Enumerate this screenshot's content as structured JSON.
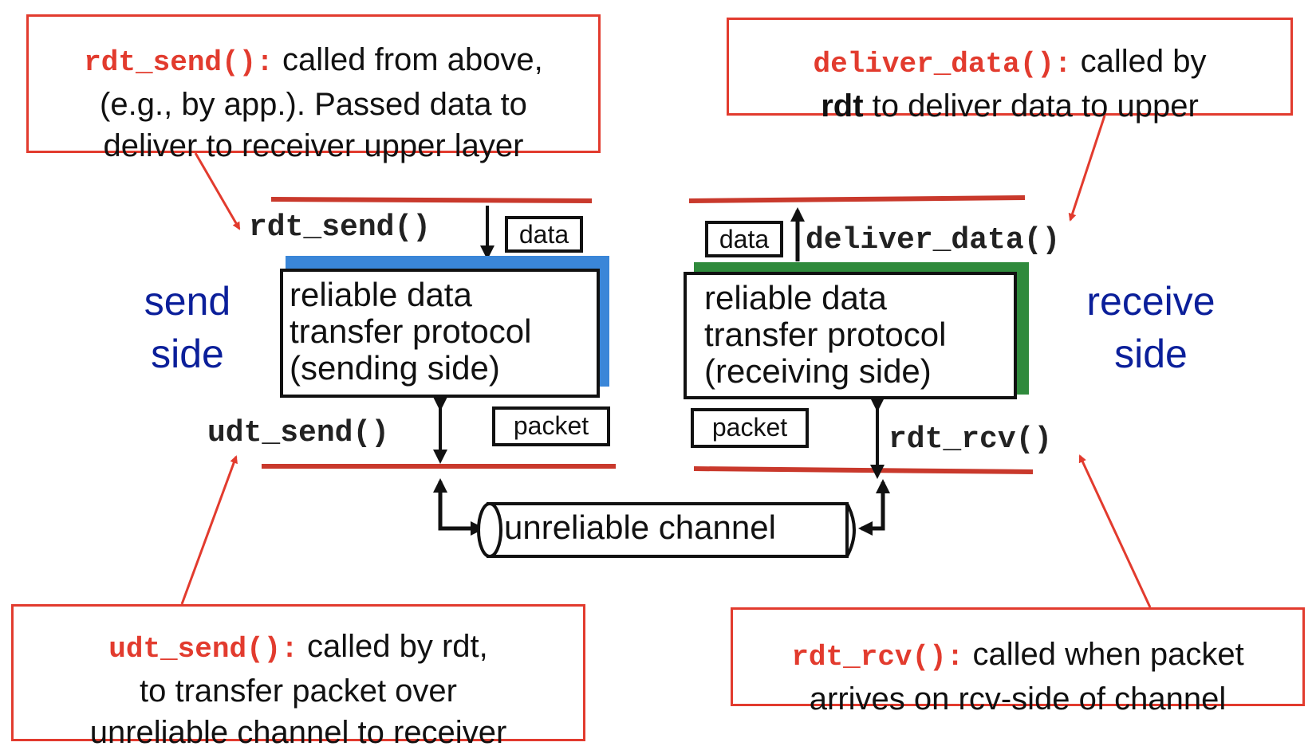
{
  "callouts": {
    "rdt_send": {
      "fn": "rdt_send():",
      "line1": " called from above,",
      "line2": "(e.g., by app.). Passed data to",
      "line3": "deliver to receiver upper layer"
    },
    "deliver_data": {
      "fn": "deliver_data():",
      "line1": " called by",
      "bold": "rdt",
      "line2": " to deliver data to upper"
    },
    "udt_send": {
      "fn": "udt_send():",
      "line1": " called by rdt,",
      "line2": "to transfer packet over",
      "line3": "unreliable channel to receiver"
    },
    "rdt_rcv": {
      "fn": "rdt_rcv():",
      "line1": " called when packet",
      "line2": "arrives on rcv-side of channel"
    }
  },
  "sender": {
    "side_line1": "send",
    "side_line2": "side",
    "rdt_send_label": "rdt_send()",
    "udt_send_label": "udt_send()",
    "data_tag": "data",
    "packet_tag": "packet",
    "protocol_line1": "reliable data",
    "protocol_line2": "transfer protocol",
    "protocol_line3": "(sending side)",
    "accent_color": "#3a86d8"
  },
  "receiver": {
    "side_line1": "receive",
    "side_line2": "side",
    "deliver_label": "deliver_data()",
    "rcv_label": "rdt_rcv()",
    "data_tag": "data",
    "packet_tag": "packet",
    "protocol_line1": "reliable data",
    "protocol_line2": "transfer protocol",
    "protocol_line3": "(receiving side)",
    "accent_color": "#2f8a3c"
  },
  "channel": {
    "label": "unreliable channel"
  },
  "colors": {
    "callout_border": "#e23b2e",
    "layer_line": "#c9392c",
    "side_text": "#0b1f9a"
  }
}
